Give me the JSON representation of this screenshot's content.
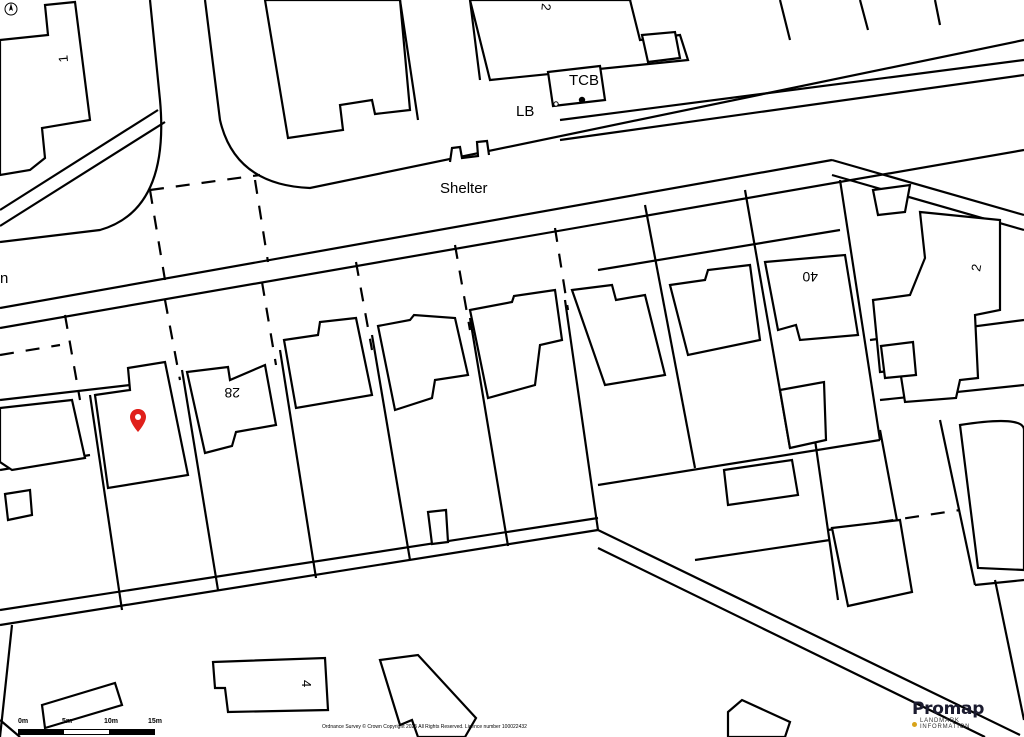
{
  "map": {
    "street_label": "Shelter",
    "feature_labels": {
      "tcb": "TCB",
      "lb": "LB",
      "cut_label": "n"
    },
    "house_numbers": {
      "n1": "1",
      "n2_top": "2",
      "n28": "28",
      "n40": "40",
      "n2_right": "2",
      "n4": "4"
    },
    "marker": {
      "icon": "map-pin-icon",
      "color": "#e0201b"
    },
    "north_icon": "north-arrow-icon"
  },
  "scale_bar": {
    "ticks": [
      "0m",
      "5m",
      "10m",
      "15m"
    ]
  },
  "footer": {
    "copyright": "Ordnance Survey © Crown Copyright 2025 All Rights Reserved. Licence number 100022432"
  },
  "brand": {
    "name": "Promap",
    "tagline": "LANDMARK INFORMATION",
    "accent_color": "#d8a31a"
  }
}
